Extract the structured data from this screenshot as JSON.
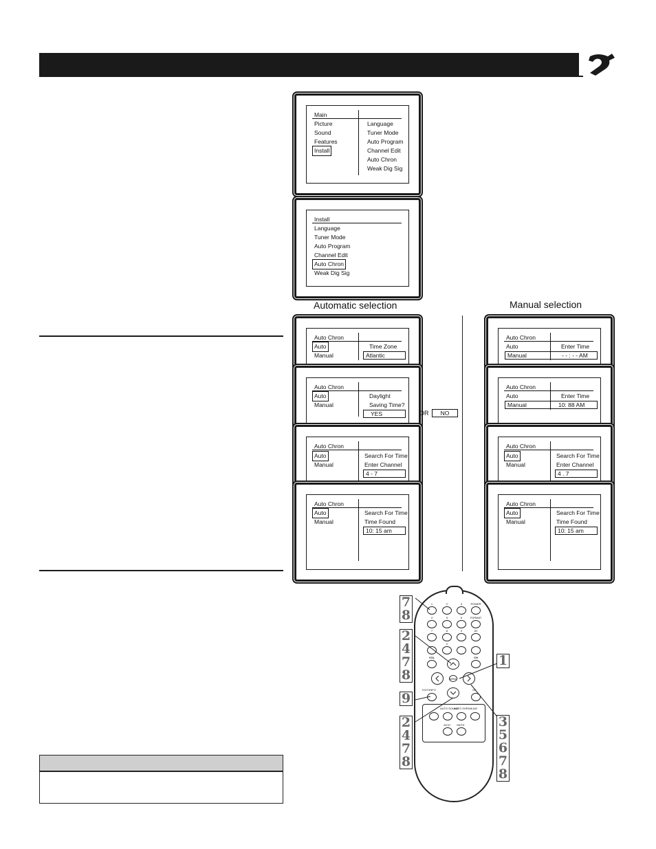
{
  "main_menu": {
    "title": "Main",
    "left_items": [
      "Picture",
      "Sound",
      "Features",
      "Install"
    ],
    "right_items": [
      "Language",
      "Tuner Mode",
      "Auto Program",
      "Channel Edit",
      "Auto Chron",
      "Weak Dig Sig"
    ]
  },
  "install_menu": {
    "title": "Install",
    "items": [
      "Language",
      "Tuner Mode",
      "Auto Program",
      "Channel Edit",
      "Auto Chron",
      "Weak Dig Sig"
    ]
  },
  "labels": {
    "automatic": "Automatic selection",
    "manual": "Manual selection",
    "or": "OR",
    "no": "NO"
  },
  "auto_screens": [
    {
      "title": "Auto Chron",
      "opt1": "Auto",
      "opt2": "Manual",
      "r1": "Time Zone",
      "r2": "",
      "value": "Atlantic"
    },
    {
      "title": "Auto Chron",
      "opt1": "Auto",
      "opt2": "Manual",
      "r1": "Daylight",
      "r2": "Saving Time?",
      "value": "YES"
    },
    {
      "title": "Auto Chron",
      "opt1": "Auto",
      "opt2": "Manual",
      "r1": "Search For Time",
      "r2": "Enter Channel",
      "value": "4 - 7"
    },
    {
      "title": "Auto Chron",
      "opt1": "Auto",
      "opt2": "Manual",
      "r1": "Search For Time",
      "r2": "Time Found",
      "value": "10: 15 am"
    }
  ],
  "manual_screens": [
    {
      "title": "Auto Chron",
      "opt1": "Auto",
      "opt2": "Manual",
      "r1": "Enter Time",
      "value": "- - : - - AM"
    },
    {
      "title": "Auto Chron",
      "opt1": "Auto",
      "opt2": "Manual",
      "r1": "Enter Time",
      "value": "10: 88 AM"
    },
    {
      "title": "Auto Chron",
      "opt1": "Auto",
      "opt2": "Manual",
      "r1": "Search For Time",
      "r2": "Enter Channel",
      "value": "4 . 7"
    },
    {
      "title": "Auto Chron",
      "opt1": "Auto",
      "opt2": "Manual",
      "r1": "Search For Time",
      "r2": "Time Found",
      "value": "10: 15 am"
    }
  ],
  "remote": {
    "row1": [
      "1",
      "2",
      "3",
      "POWER"
    ],
    "row2": [
      "4",
      "5",
      "6",
      "FORMAT"
    ],
    "row3": [
      "7",
      "8",
      "9",
      "AV"
    ],
    "row4": [
      "0",
      "·"
    ],
    "vol": "VOL",
    "ch": "CH",
    "menu": "MENU",
    "exit": "EXIT/INFO",
    "ok": "OK",
    "bottom1": [
      "AUTO SOUND",
      "AUTO SHRINK",
      "A/D"
    ],
    "bottom2": [
      "A/CH",
      "MUTE"
    ]
  },
  "callouts": {
    "left_top": [
      "7",
      "8"
    ],
    "left_mid": [
      "2",
      "4",
      "7",
      "8"
    ],
    "left_exit": [
      "9"
    ],
    "left_bottom": [
      "2",
      "4",
      "7",
      "8"
    ],
    "right_menu": [
      "1"
    ],
    "right_bottom": [
      "3",
      "5",
      "6",
      "7",
      "8"
    ]
  }
}
